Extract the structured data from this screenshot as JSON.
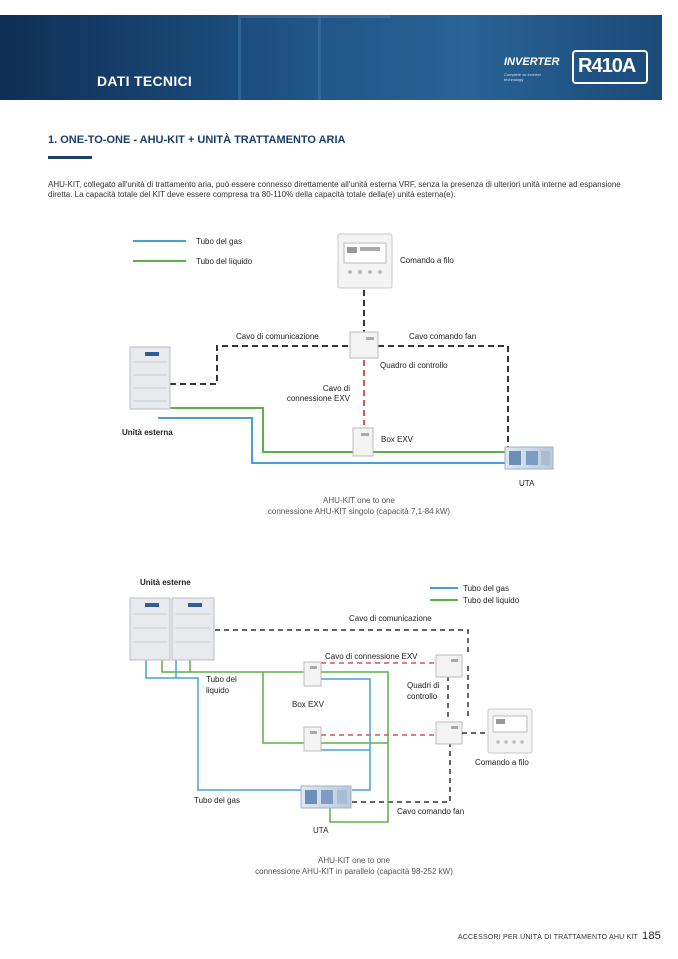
{
  "header": {
    "title": "DATI TECNICI",
    "logo_inverter": "INVERTER",
    "logo_inverter_sub": "Complete dc inverter technology",
    "logo_refrigerant": "R410A",
    "color": "#1d4e7e"
  },
  "section": {
    "title": "1. ONE-TO-ONE - AHU-KIT + UNITÀ TRATTAMENTO ARIA"
  },
  "intro": "AHU-KIT, collegato all'unità di trattamento aria, può essere connesso direttamente all'unità esterna VRF, senza la presenza di ulteriori unità interne ad espansione diretta. La capacità totale del KIT deve essere compresa tra 80-110% della capacità totale della(e) unità esterna(e).",
  "diagram1": {
    "legend_gas": "Tubo del gas",
    "legend_liquid": "Tubo del liquido",
    "wired_control": "Comando a filo",
    "comm_cable": "Cavo di comunicazione",
    "fan_cable": "Cavo comando fan",
    "control_panel": "Quadro di controllo",
    "exv_cable_1": "Cavo di",
    "exv_cable_2": "connessione EXV",
    "exv_box": "Box EXV",
    "outdoor_unit": "Unità esterna",
    "ahu": "UTA",
    "caption_1": "AHU-KIT one to one",
    "caption_2": "connessione AHU-KIT singolo (capacità 7,1-84 kW)"
  },
  "diagram2": {
    "outdoor_units": "Unità esterne",
    "legend_gas": "Tubo del gas",
    "legend_liquid": "Tubo del liquido",
    "comm_cable": "Cavo di comunicazione",
    "exv_cable": "Cavo di connessione EXV",
    "liquid_pipe_1": "Tubo del",
    "liquid_pipe_2": "liquido",
    "control_panels_1": "Quadri di",
    "control_panels_2": "controllo",
    "exv_box": "Box EXV",
    "wired_control": "Comando a filo",
    "gas_pipe": "Tubo del gas",
    "fan_cable": "Cavo comando fan",
    "ahu": "UTA",
    "caption_1": "AHU-KIT one to one",
    "caption_2": "connessione AHU-KIT in parallelo (capacità 98-252 kW)"
  },
  "colors": {
    "gas": "#4a9fd8",
    "liquid": "#5cb14a",
    "comm": "#333333",
    "exv": "#d9534f"
  },
  "footer": {
    "text": "ACCESSORI PER UNITÀ DI TRATTAMENTO AHU KIT",
    "page": "185"
  }
}
